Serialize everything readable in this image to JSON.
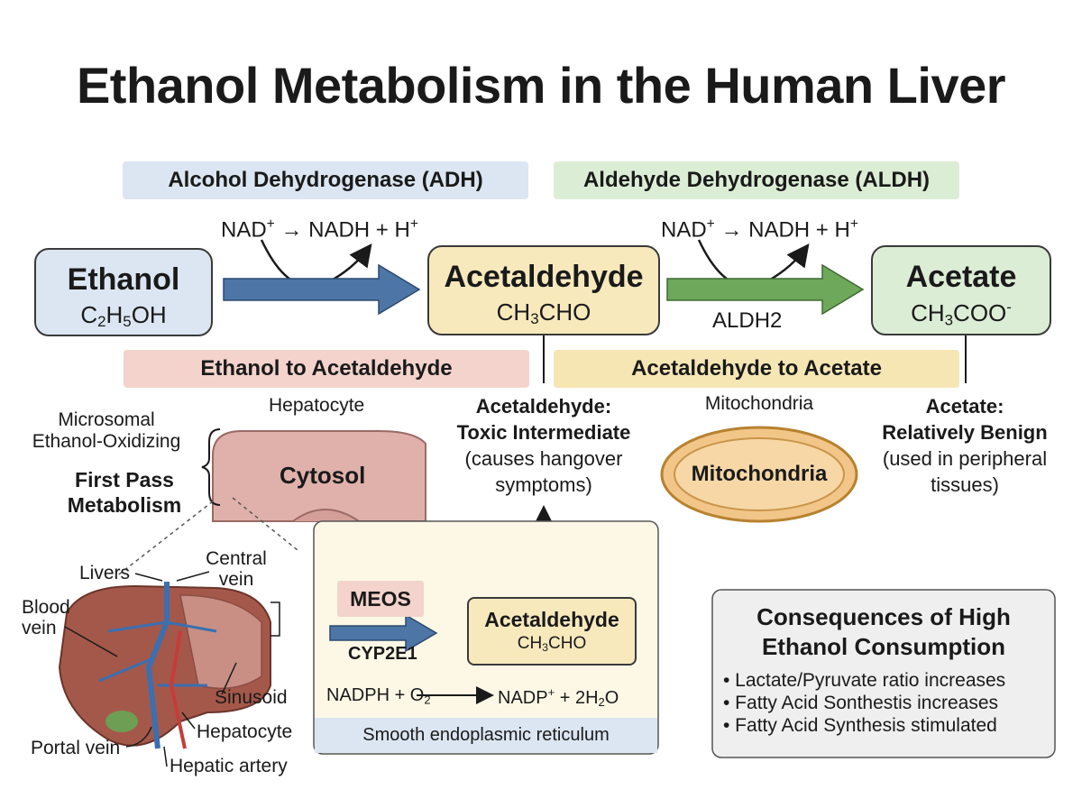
{
  "title": "Ethanol Metabolism in the Human Liver",
  "enzymes": {
    "adh": "Alcohol Dehydrogenase (ADH)",
    "aldh": "Aldehyde Dehydrogenase (ALDH)"
  },
  "cofactor_left": {
    "nad": "NAD",
    "arrow": "→",
    "nadh": "NADH + H",
    "plus": "+"
  },
  "cofactor_right": {
    "nad": "NAD",
    "arrow": "→",
    "nadh": "NADH + H",
    "plus": "+"
  },
  "nodes": {
    "ethanol": {
      "name": "Ethanol",
      "f1": "C",
      "s1": "2",
      "f2": "H",
      "s2": "5",
      "f3": "OH"
    },
    "acetaldehyde": {
      "name": "Acetaldehyde",
      "f1": "CH",
      "s1": "3",
      "f2": "CHO"
    },
    "acetate": {
      "name": "Acetate",
      "f1": "CH",
      "s1": "3",
      "f2": "COO",
      "sup": "-"
    }
  },
  "aldh2": "ALDH2",
  "steps": {
    "left": "Ethanol to Acetaldehyde",
    "right": "Acetaldehyde to Acetate"
  },
  "cell": {
    "hepatocyte": "Hepatocyte",
    "cytosol": "Cytosol",
    "microsomal_1": "Microsomal",
    "microsomal_2": "Ethanol-Oxidizing",
    "first_pass_1": "First Pass",
    "first_pass_2": "Metabolism"
  },
  "toxic": {
    "t1": "Acetaldehyde:",
    "t2": "Toxic Intermediate",
    "t3": "(causes hangover",
    "t4": "symptoms)"
  },
  "mito": {
    "label": "Mitochondria",
    "inner": "Mitochondria"
  },
  "acetate_note": {
    "t1": "Acetate:",
    "t2": "Relatively Benign",
    "t3": "(used in peripheral",
    "t4": "tissues)"
  },
  "liver": {
    "livers": "Livers",
    "central_vein_1": "Central",
    "central_vein_2": "vein",
    "blood_vein_1": "Blood",
    "blood_vein_2": "vein",
    "sinusoid": "Sinusoid",
    "hepatocyte": "Hepatocyte",
    "portal_vein": "Portal vein",
    "hepatic_artery": "Hepatic artery"
  },
  "meos": {
    "label": "MEOS",
    "cyp": "CYP2E1",
    "product_name": "Acetaldehyde",
    "product_f1": "CH",
    "product_s1": "3",
    "product_f2": "CHO",
    "eq_a": "NADPH + O",
    "eq_a_sub": "2",
    "eq_b": "NADP",
    "eq_b_sup": "+",
    "eq_c": " + 2H",
    "eq_c_sub": "2",
    "eq_d": "O",
    "footer": "Smooth endoplasmic reticulum"
  },
  "consequences": {
    "title_1": "Consequences of High",
    "title_2": "Ethanol Consumption",
    "items": [
      "• Lactate/Pyruvate ratio increases",
      "• Fatty Acid Sonthestis increases",
      "• Fatty Acid Synthesis stimulated"
    ]
  },
  "colors": {
    "blue_band": "#dbe6f2",
    "green_band": "#dcedd5",
    "pink_band": "#f3d3cc",
    "yellow_band": "#f6e6b4",
    "blue_arrow": "#4d76a6",
    "green_arrow": "#6ea85a",
    "cell_fill": "#dfb1aa",
    "mito_fill": "#f2c588"
  }
}
